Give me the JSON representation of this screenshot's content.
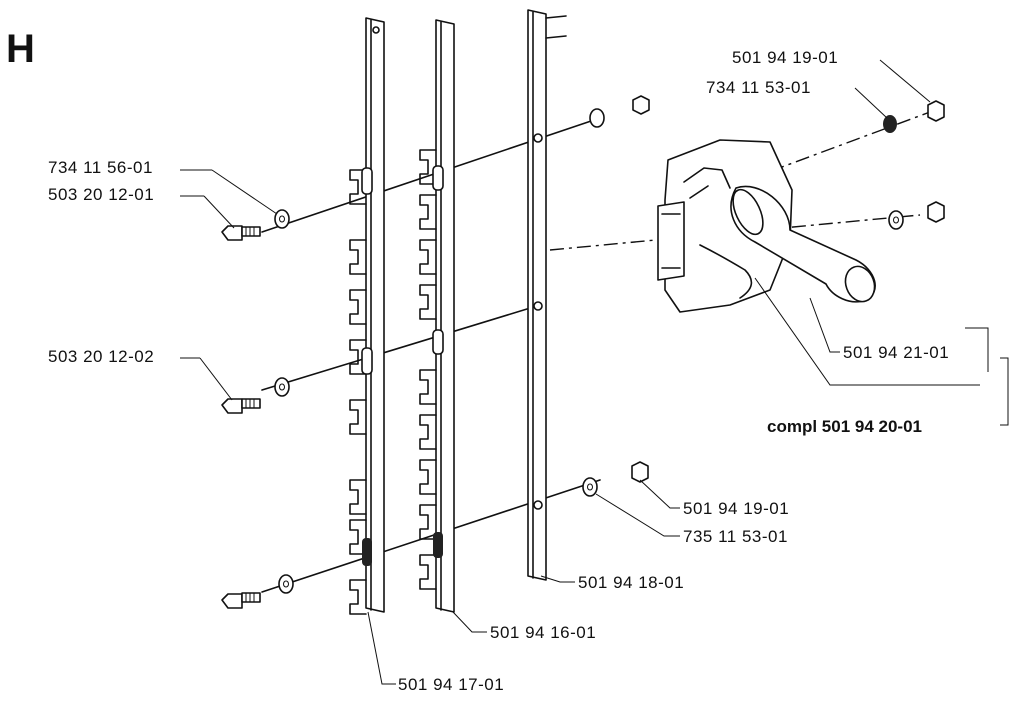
{
  "section_letter": "H",
  "labels": {
    "nut_top_right": "501 94 19-01",
    "washer_top_right": "734 11 53-01",
    "washer_top_left": "734 11 56-01",
    "bolt_top_left": "503 20 12-01",
    "bolt_middle_left": "503 20 12-02",
    "handle": "501 94 21-01",
    "assembly": "compl 501 94 20-01",
    "nut_bottom_right": "501 94 19-01",
    "washer_bottom_right": "735 11 53-01",
    "bar_right": "501 94 18-01",
    "comb_middle": "501 94 16-01",
    "comb_left": "501 94 17-01"
  }
}
